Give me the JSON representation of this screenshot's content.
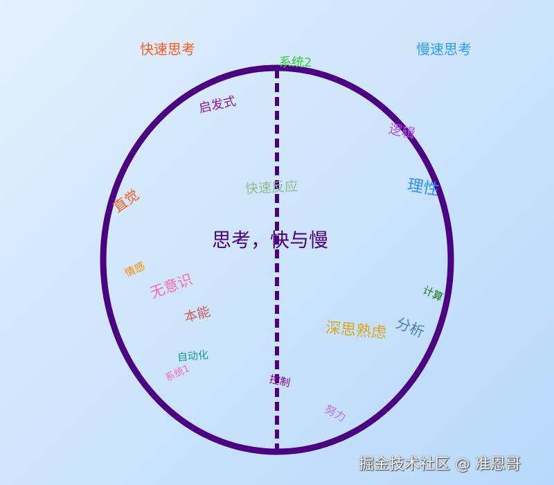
{
  "title": "思考，快与慢",
  "left_heading": "快速思考",
  "right_heading": "慢速思考",
  "colors": {
    "outline": "#4b0082",
    "left_heading": "#ff5a1f",
    "right_heading": "#2e9bff"
  },
  "words": [
    {
      "text": "系统2",
      "color": "#33cc33"
    },
    {
      "text": "启发式",
      "color": "#8b1a9b"
    },
    {
      "text": "逻辑",
      "color": "#b44fe0"
    },
    {
      "text": "理性",
      "color": "#2e8fff"
    },
    {
      "text": "快速反应",
      "color": "#8fbc8f"
    },
    {
      "text": "直觉",
      "color": "#ff5a1f"
    },
    {
      "text": "情感",
      "color": "#ff8c00"
    },
    {
      "text": "无意识",
      "color": "#ff69b4"
    },
    {
      "text": "本能",
      "color": "#cd5c5c"
    },
    {
      "text": "计算",
      "color": "#1a7a1a"
    },
    {
      "text": "分析",
      "color": "#4682b4"
    },
    {
      "text": "深思熟虑",
      "color": "#daa520"
    },
    {
      "text": "自动化",
      "color": "#1a9a8a"
    },
    {
      "text": "系统1",
      "color": "#ff69b4"
    },
    {
      "text": "控制",
      "color": "#8b008b"
    },
    {
      "text": "努力",
      "color": "#c070e0"
    }
  ],
  "watermark": "掘金技术社区 @ 准恩哥"
}
